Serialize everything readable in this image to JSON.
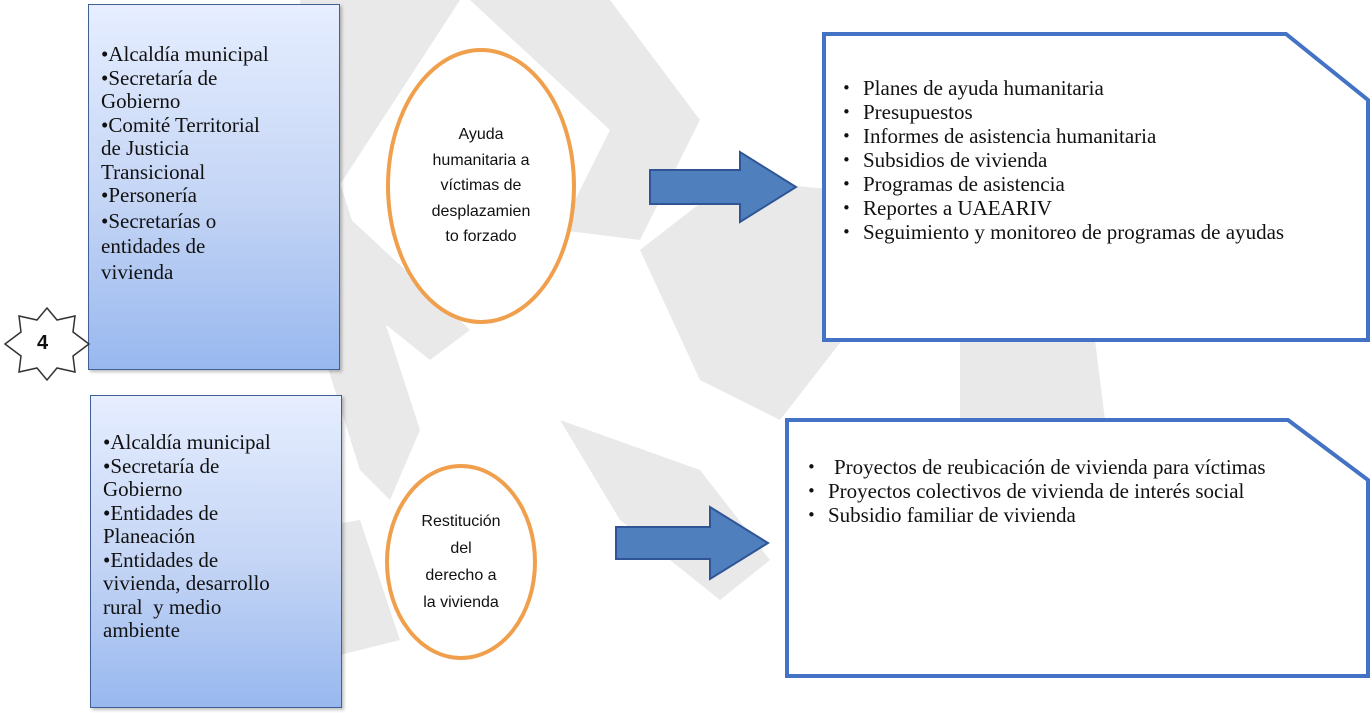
{
  "rows": [
    {
      "entities": [
        "•Alcaldía municipal",
        "•Secretaría de",
        "Gobierno",
        "•Comité Territorial",
        "de Justicia",
        "Transicional",
        "•Personería",
        "•Secretarías o",
        "entidades de",
        "vivienda"
      ],
      "topic": [
        "Ayuda",
        "humanitaria a",
        "víctimas de",
        "desplazamien",
        "to forzado"
      ],
      "outputs": [
        "Planes de ayuda humanitaria",
        "Presupuestos",
        "Informes de asistencia humanitaria",
        "Subsidios de vivienda",
        "Programas de asistencia",
        "Reportes a UAEARIV",
        "Seguimiento y monitoreo de programas de ayudas"
      ]
    },
    {
      "entities": [
        "•Alcaldía municipal",
        "•Secretaría de",
        "Gobierno",
        "•Entidades de",
        "Planeación",
        "•Entidades de",
        "vivienda, desarrollo",
        "rural  y medio",
        "ambiente"
      ],
      "topic": [
        "Restitución",
        "del",
        "derecho a",
        "la vivienda"
      ],
      "outputs": [
        "Proyectos de reubicación de vivienda para víctimas",
        "Proyectos colectivos de vivienda de interés social",
        "Subsidio familiar de vivienda"
      ]
    }
  ],
  "badge": "4",
  "colors": {
    "box_border": "#3f5f95",
    "circle_border": "#f0a04d",
    "arrow_fill": "#4f7fbd",
    "doc_border": "#4472c4"
  }
}
